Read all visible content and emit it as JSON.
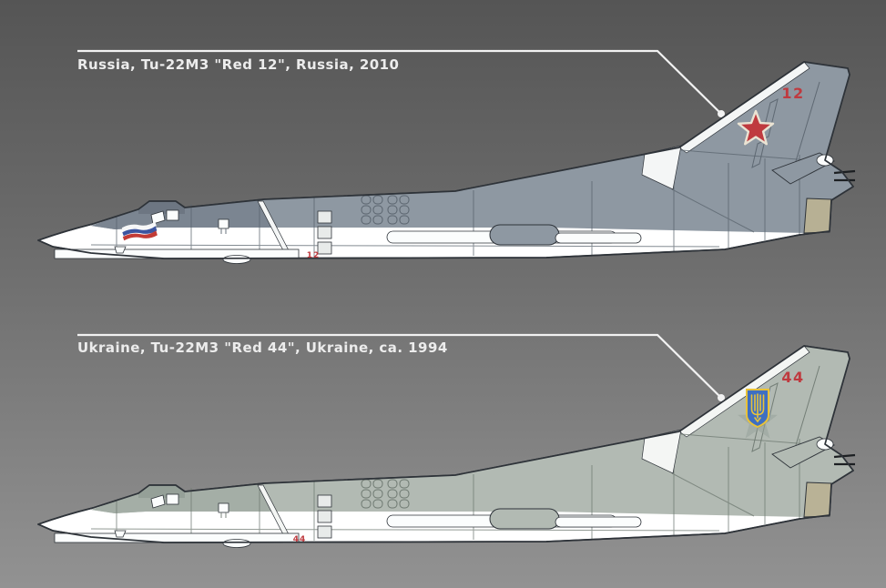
{
  "ui": {
    "colors": {
      "bgTop": "#555555",
      "bgMid": "#6e6e6e",
      "bgBottom": "#929292",
      "calloutLine": "#f2f2f2",
      "labelText": "#ececec"
    }
  },
  "aircraft": [
    {
      "label": "Russia, Tu-22M3 \"Red 12\", Russia, 2010",
      "fin_number": "12",
      "door_number": "12",
      "insignia": "red-star-icon",
      "colors": {
        "upper": "#8e98a2",
        "upperFront": "#7b8591",
        "canopy": "#6d7682",
        "belly": "#ffffff",
        "leStripe": "#f4f6f6",
        "nozzle": "#b7b094",
        "outline": "#2e3339",
        "panel": "#5a646e",
        "marking": "#bf3a3f",
        "markingRing": "#eae3d3",
        "flagWhite": "#f6f7f8",
        "flagBlue": "#3c55a0",
        "flagRed": "#c23b36"
      }
    },
    {
      "label": "Ukraine, Tu-22M3 \"Red 44\", Ukraine, ca. 1994",
      "fin_number": "44",
      "door_number": "44",
      "insignia": "ukraine-trident-icon",
      "colors": {
        "upper": "#b2bab3",
        "upperFront": "#a4aea6",
        "canopy": "#95a098",
        "belly": "#ffffff",
        "leStripe": "#f4f6f4",
        "nozzle": "#b9b296",
        "outline": "#2e3339",
        "panel": "#6d7870",
        "marking": "#bf3a3f",
        "markingRing": "#eae3d3",
        "ghost": "#98a29a",
        "shieldBlue": "#3e6fc2",
        "shieldYellow": "#e8c23a"
      }
    }
  ]
}
